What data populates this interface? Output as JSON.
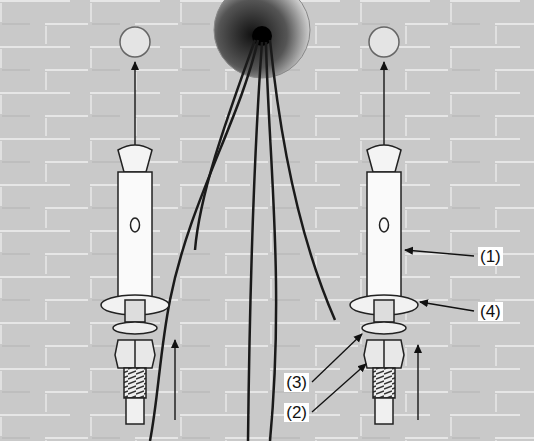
{
  "diagram": {
    "labels": [
      "(1)",
      "(4)",
      "(3)",
      "(2)"
    ]
  }
}
